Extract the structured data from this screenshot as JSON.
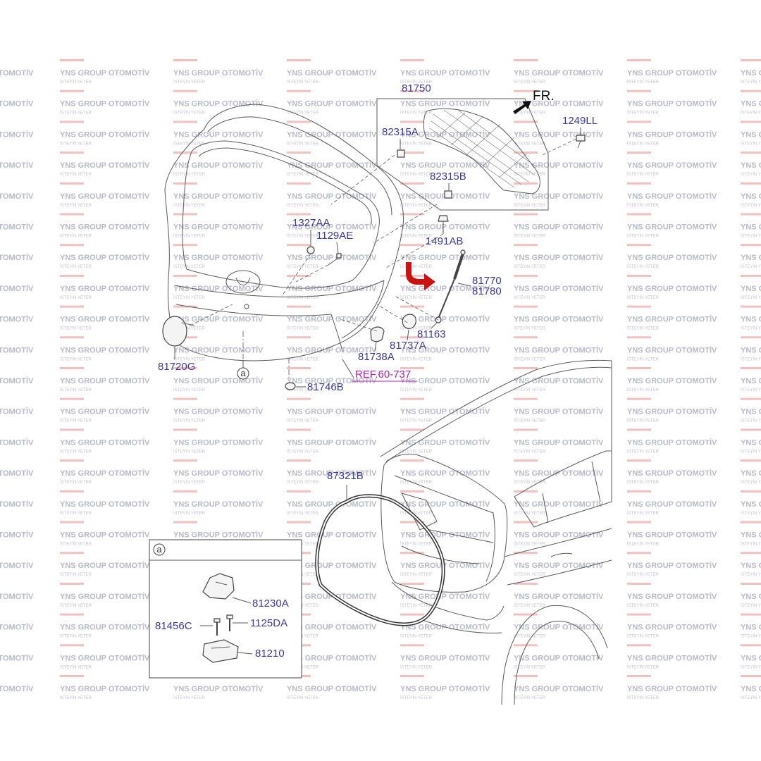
{
  "watermark": {
    "title": "YNS GROUP OTOMOTİV",
    "subtitle": "İSTEYİN YETER",
    "stripe_color": "#f2c0c0",
    "text_color": "#b9b9c9"
  },
  "direction": {
    "label": "FR."
  },
  "labels": {
    "p81750": "81750",
    "p82315A": "82315A",
    "p82315B": "82315B",
    "p1249LL": "1249LL",
    "p1491AB": "1491AB",
    "p1327AA": "1327AA",
    "p1129AE": "1129AE",
    "p81770": "81770",
    "p81780": "81780",
    "p81163": "81163",
    "p81737A": "81737A",
    "p81738A": "81738A",
    "p81720G": "81720G",
    "p81746B": "81746B",
    "ref": "REF.60-737",
    "p87321B": "87321B",
    "p81230A": "81230A",
    "p81456C": "81456C",
    "p1125DA": "1125DA",
    "p81210": "81210"
  },
  "callout": {
    "letter": "a"
  },
  "colors": {
    "label": "#3a3a9a",
    "ref": "#b020b0",
    "highlight_arrow": "#cc1111"
  },
  "icons": {
    "direction": "fr-arrow-icon",
    "highlight": "red-curved-arrow-icon"
  }
}
